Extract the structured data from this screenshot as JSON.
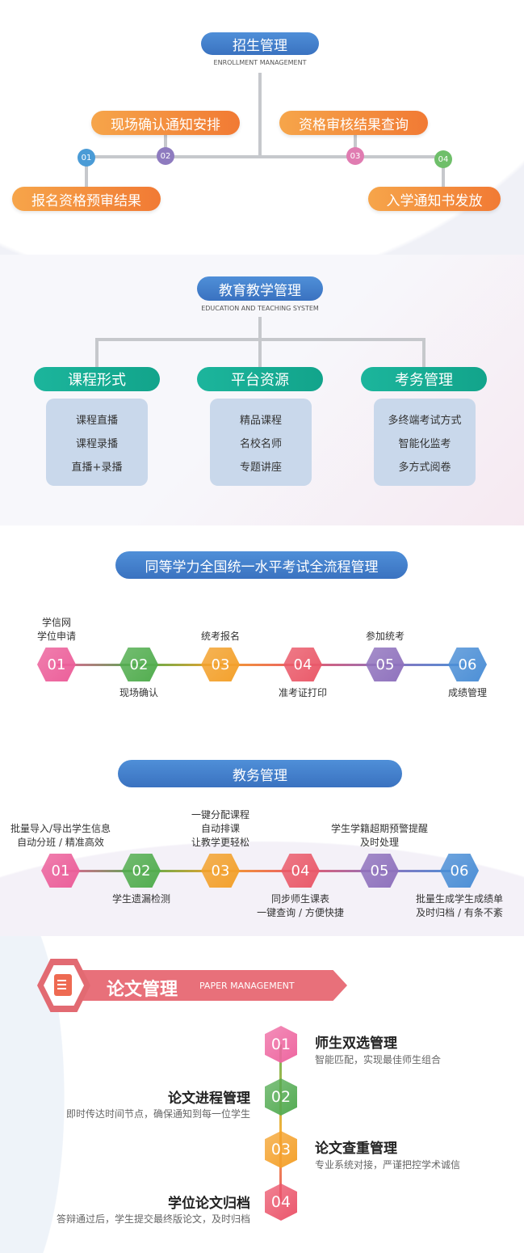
{
  "enrollment": {
    "title": "招生管理",
    "subtitle": "ENROLLMENT MANAGEMENT",
    "steps": [
      {
        "num": "01",
        "label": "报名资格预审结果"
      },
      {
        "num": "02",
        "label": "现场确认通知安排"
      },
      {
        "num": "03",
        "label": "资格审核结果查询"
      },
      {
        "num": "04",
        "label": "入学通知书发放"
      }
    ],
    "dot_colors": [
      "#4a9bd6",
      "#8e7bbf",
      "#e07cb1",
      "#6fbf6a"
    ]
  },
  "teaching": {
    "title": "教育教学管理",
    "subtitle": "EDUCATION AND TEACHING SYSTEM",
    "groups": [
      {
        "label": "课程形式",
        "items": [
          "课程直播",
          "课程录播",
          "直播+录播"
        ]
      },
      {
        "label": "平台资源",
        "items": [
          "精品课程",
          "名校名师",
          "专题讲座"
        ]
      },
      {
        "label": "考务管理",
        "items": [
          "多终端考试方式",
          "智能化监考",
          "多方式阅卷"
        ]
      }
    ]
  },
  "exam": {
    "title": "同等学力全国统一水平考试全流程管理",
    "steps": [
      {
        "num": "01",
        "label": "学信网\n学位申请"
      },
      {
        "num": "02",
        "label": "现场确认"
      },
      {
        "num": "03",
        "label": "统考报名"
      },
      {
        "num": "04",
        "label": "准考证打印"
      },
      {
        "num": "05",
        "label": "参加统考"
      },
      {
        "num": "06",
        "label": "成绩管理"
      }
    ]
  },
  "academic": {
    "title": "教务管理",
    "steps": [
      {
        "num": "01",
        "label": "批量导入/导出学生信息\n自动分班 / 精准高效"
      },
      {
        "num": "02",
        "label": "学生遗漏检测"
      },
      {
        "num": "03",
        "label": "一键分配课程\n自动排课\n让教学更轻松"
      },
      {
        "num": "04",
        "label": "同步师生课表\n一键查询 / 方便快捷"
      },
      {
        "num": "05",
        "label": "学生学籍超期预警提醒\n及时处理"
      },
      {
        "num": "06",
        "label": "批量生成学生成绩单\n及时归档 / 有条不紊"
      }
    ]
  },
  "hex_colors": [
    "#ec5f9a",
    "#52ad4f",
    "#f3a12c",
    "#ea5a6a",
    "#8f72bd",
    "#4c8fd6"
  ],
  "paper": {
    "title": "论文管理",
    "subtitle": "PAPER MANAGEMENT",
    "items": [
      {
        "num": "01",
        "title": "师生双选管理",
        "desc": "智能匹配，实现最佳师生组合"
      },
      {
        "num": "02",
        "title": "论文进程管理",
        "desc": "即时传达时间节点，确保通知到每一位学生"
      },
      {
        "num": "03",
        "title": "论文查重管理",
        "desc": "专业系统对接，严谨把控学术诚信"
      },
      {
        "num": "04",
        "title": "学位论文归档",
        "desc": "答辩通过后，学生提交最终版论文，及时归档"
      }
    ],
    "colors": [
      "#ee66a0",
      "#53ab52",
      "#f4a12b",
      "#eb566c"
    ]
  }
}
